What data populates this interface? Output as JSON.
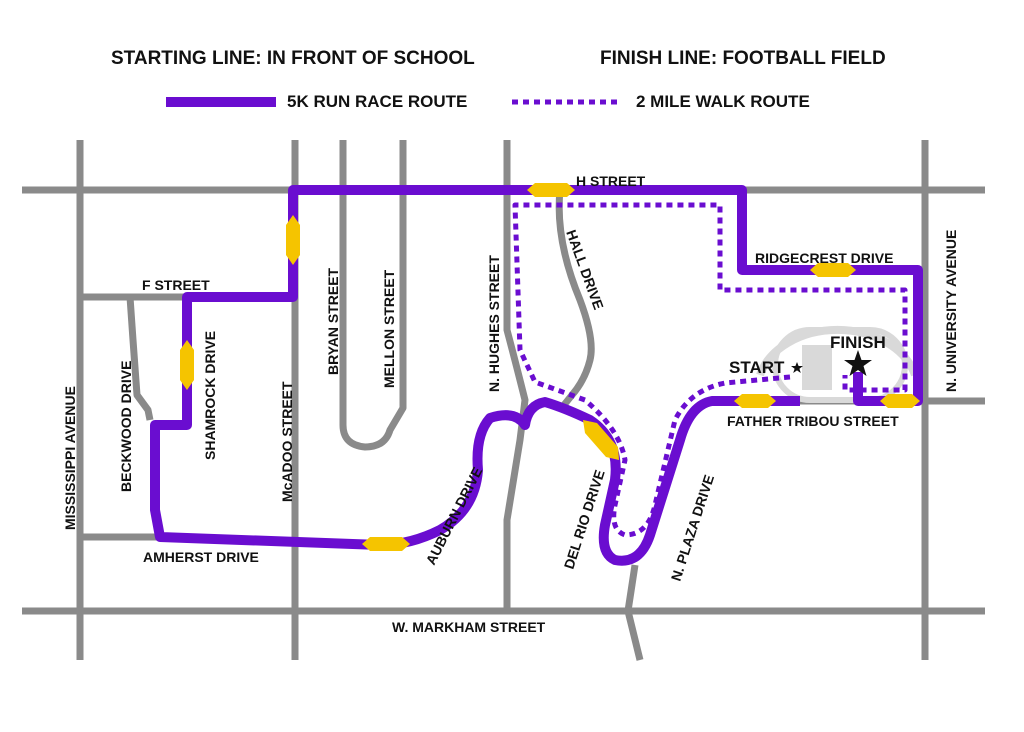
{
  "header": {
    "start": "STARTING LINE: IN FRONT OF SCHOOL",
    "finish": "FINISH LINE: FOOTBALL FIELD"
  },
  "legend": {
    "run_label": "5K RUN RACE ROUTE",
    "walk_label": "2 MILE WALK ROUTE"
  },
  "streets": {
    "h_street": "H STREET",
    "f_street": "F STREET",
    "ridgecrest": "RIDGECREST DRIVE",
    "father_tribou": "FATHER TRIBOU STREET",
    "amherst": "AMHERST DRIVE",
    "markham": "W. MARKHAM STREET",
    "mississippi": "MISSISSIPPI AVENUE",
    "beckwood": "BECKWOOD DRIVE",
    "shamrock": "SHAMROCK DRIVE",
    "mcadoo": "McADOO STREET",
    "bryan": "BRYAN STREET",
    "mellon": "MELLON STREET",
    "hughes": "N. HUGHES STREET",
    "hall": "HALL DRIVE",
    "auburn": "AUBURN DRIVE",
    "del_rio": "DEL RIO DRIVE",
    "plaza": "N. PLAZA DRIVE",
    "university": "N. UNIVERSITY AVENUE"
  },
  "markers": {
    "start_label": "START",
    "finish_label": "FINISH"
  },
  "colors": {
    "road": "#8a8a8a",
    "route": "#6a0dd0",
    "arrow": "#f5c400",
    "stadium": "#d9d9d9"
  }
}
